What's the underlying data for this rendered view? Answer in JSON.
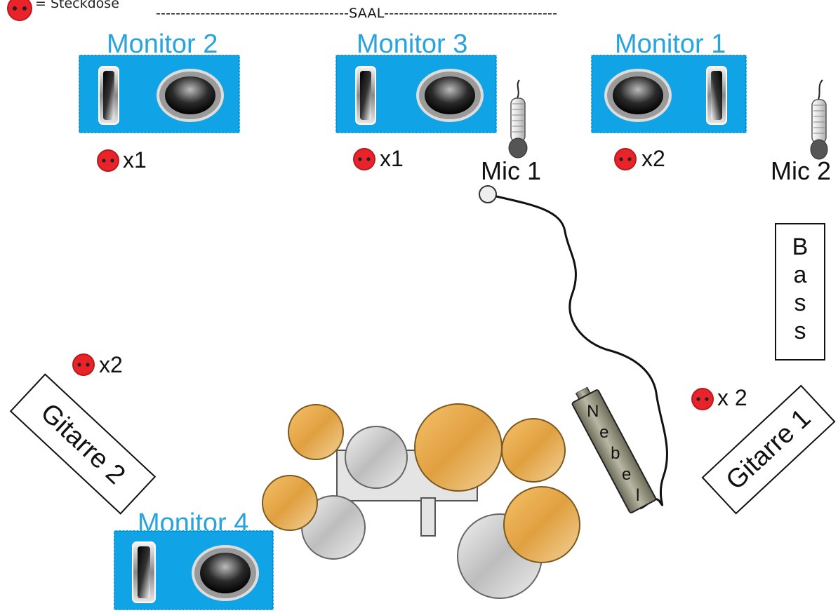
{
  "legend": {
    "icon": "power-outlet-icon",
    "text": "= Steckdose"
  },
  "header": {
    "saal_line": "---------------------------------------SAAL-----------------------------------"
  },
  "monitors": [
    {
      "label": "Monitor  2"
    },
    {
      "label": "Monitor  3"
    },
    {
      "label": "Monitor  1"
    },
    {
      "label": "Monitor 4"
    }
  ],
  "mics": [
    {
      "label": "Mic 1"
    },
    {
      "label": "Mic 2"
    }
  ],
  "outlets": [
    {
      "count": "x1"
    },
    {
      "count": "x1"
    },
    {
      "count": "x2"
    },
    {
      "count": "x2"
    },
    {
      "count": "x 2"
    }
  ],
  "instruments": {
    "bass_letters": [
      "B",
      "a",
      "s",
      "s"
    ],
    "gitarre1": "Gitarre 1",
    "gitarre2": "Gitarre 2",
    "nebel_letters": [
      "N",
      "e",
      "b",
      "e",
      "l"
    ]
  },
  "colors": {
    "monitor_blue": "#10a4e6",
    "label_blue": "#29a3dd",
    "outlet_red": "#e8242a",
    "cymbal_orange": "#e9a93e",
    "drum_grey": "#cfcfcf"
  }
}
